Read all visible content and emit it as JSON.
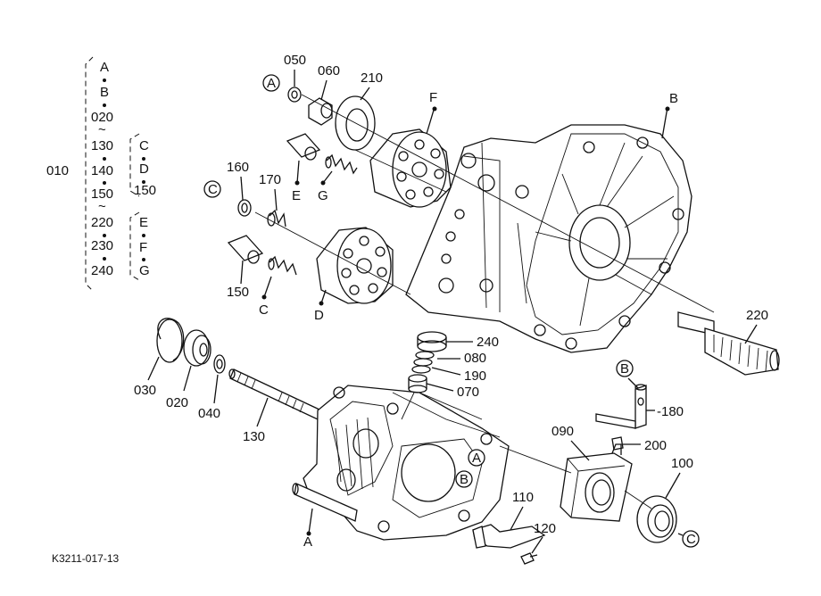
{
  "drawing_code": "K3211-017-13",
  "group_label": "010",
  "group_members": [
    "A",
    "B",
    "020",
    "130",
    "140",
    "150",
    "220",
    "230",
    "240"
  ],
  "subgroup_1": [
    "C",
    "D",
    "150"
  ],
  "subgroup_2": [
    "E",
    "F",
    "G"
  ],
  "range_mark": "~",
  "circled_refs": [
    "A",
    "C",
    "B",
    "A",
    "B",
    "C"
  ],
  "part_labels": {
    "p050": "050",
    "p060": "060",
    "p210": "210",
    "pF": "F",
    "pB": "B",
    "p160": "160",
    "p170": "170",
    "pE": "E",
    "pG": "G",
    "p150": "150",
    "pC": "C",
    "pD": "D",
    "p220": "220",
    "p030": "030",
    "p020": "020",
    "p040": "040",
    "p130": "130",
    "p240": "240",
    "p080": "080",
    "p190": "190",
    "p070": "070",
    "p180": "-180",
    "p090": "090",
    "p200": "200",
    "p100": "100",
    "p110": "110",
    "p120": "120",
    "pA": "A"
  }
}
